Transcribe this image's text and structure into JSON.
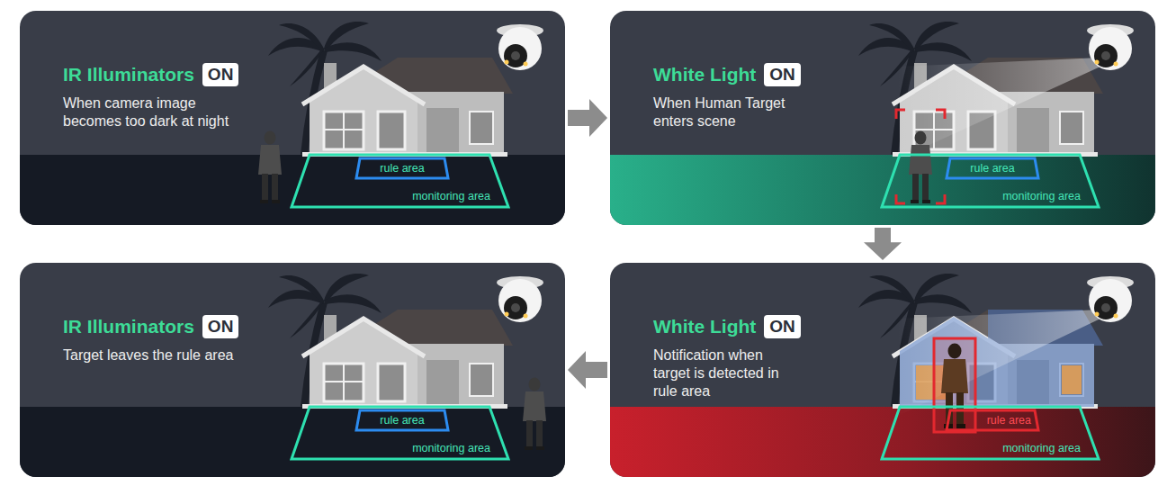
{
  "diagram": {
    "nodes": [
      {
        "text": [
          "IR Illuminators",
          "When camera image becomes too dark at night"
        ]
      },
      {
        "text": [
          "ON"
        ],
        "in": 0
      },
      {
        "text": [
          "monitoring area"
        ],
        "in": 0
      },
      {
        "text": [
          "rule area"
        ],
        "in": 2
      },
      {
        "text": [
          "White Light",
          "When Human Target enters scene"
        ]
      },
      {
        "text": [
          "ON"
        ],
        "in": 4
      },
      {
        "text": [
          "monitoring area"
        ],
        "in": 4
      },
      {
        "text": [
          "rule area"
        ],
        "in": 6
      },
      {
        "text": [
          "IR Illuminators",
          "Target leaves the rule area"
        ]
      },
      {
        "text": [
          "ON"
        ],
        "in": 8
      },
      {
        "text": [
          "monitoring area"
        ],
        "in": 8
      },
      {
        "text": [
          "rule area"
        ],
        "in": 10
      },
      {
        "text": [
          "White Light",
          "Notification when target is detected in rule area"
        ]
      },
      {
        "text": [
          "ON"
        ],
        "in": 12
      },
      {
        "text": [
          "monitoring area"
        ],
        "in": 12
      },
      {
        "text": [
          "rule area"
        ],
        "in": 14
      }
    ],
    "edges": [
      {
        "from": 0,
        "to": 4,
        "arrow": "to"
      },
      {
        "from": 4,
        "to": 12,
        "arrow": "to"
      },
      {
        "from": 12,
        "to": 8,
        "arrow": "to"
      }
    ]
  }
}
